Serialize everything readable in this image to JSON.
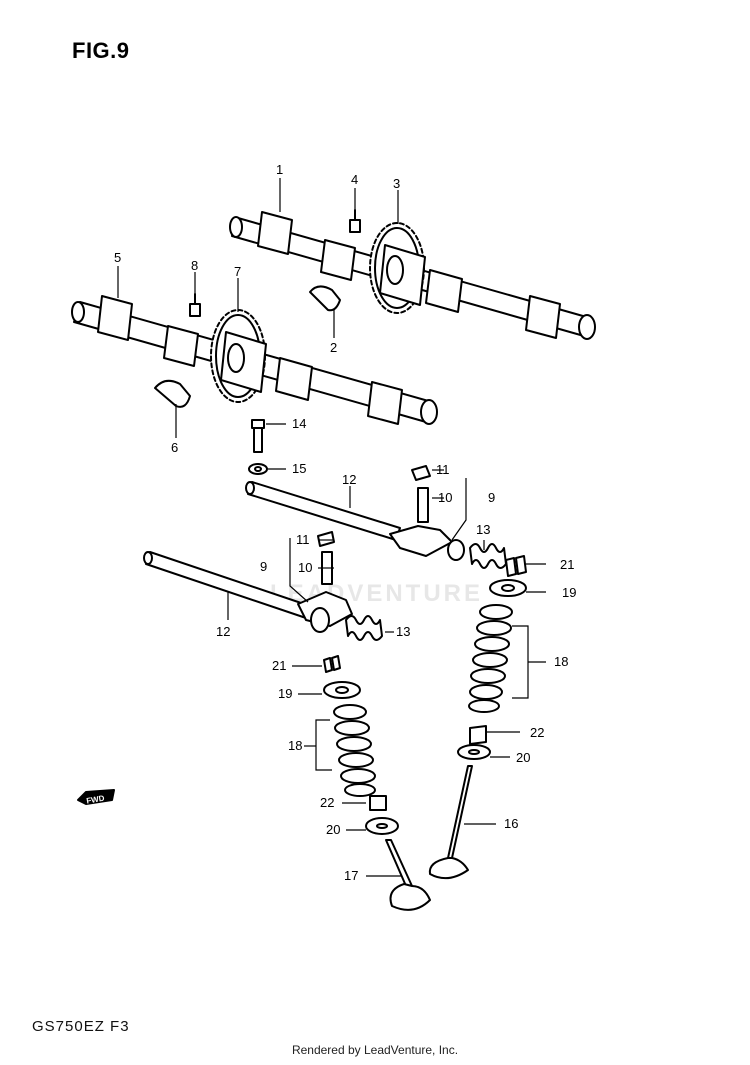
{
  "figure": {
    "title": "FIG.9"
  },
  "model_code": "GS750EZ F3",
  "footer": "Rendered by LeadVenture, Inc.",
  "watermark": "LEADVENTURE",
  "callouts": [
    {
      "id": "c1",
      "label": "1"
    },
    {
      "id": "c2",
      "label": "2"
    },
    {
      "id": "c3",
      "label": "3"
    },
    {
      "id": "c4",
      "label": "4"
    },
    {
      "id": "c5",
      "label": "5"
    },
    {
      "id": "c6",
      "label": "6"
    },
    {
      "id": "c7",
      "label": "7"
    },
    {
      "id": "c8",
      "label": "8"
    },
    {
      "id": "c9a",
      "label": "9"
    },
    {
      "id": "c9b",
      "label": "9"
    },
    {
      "id": "c10a",
      "label": "10"
    },
    {
      "id": "c10b",
      "label": "10"
    },
    {
      "id": "c11a",
      "label": "11"
    },
    {
      "id": "c11b",
      "label": "11"
    },
    {
      "id": "c12a",
      "label": "12"
    },
    {
      "id": "c12b",
      "label": "12"
    },
    {
      "id": "c13a",
      "label": "13"
    },
    {
      "id": "c13b",
      "label": "13"
    },
    {
      "id": "c14",
      "label": "14"
    },
    {
      "id": "c15",
      "label": "15"
    },
    {
      "id": "c16",
      "label": "16"
    },
    {
      "id": "c17",
      "label": "17"
    },
    {
      "id": "c18a",
      "label": "18"
    },
    {
      "id": "c18b",
      "label": "18"
    },
    {
      "id": "c19a",
      "label": "19"
    },
    {
      "id": "c19b",
      "label": "19"
    },
    {
      "id": "c20a",
      "label": "20"
    },
    {
      "id": "c20b",
      "label": "20"
    },
    {
      "id": "c21a",
      "label": "21"
    },
    {
      "id": "c21b",
      "label": "21"
    },
    {
      "id": "c22a",
      "label": "22"
    },
    {
      "id": "c22b",
      "label": "22"
    }
  ],
  "fwd_marker": "FWD"
}
